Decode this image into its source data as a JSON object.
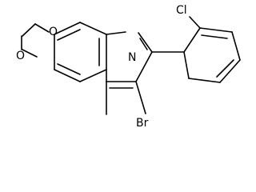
{
  "structure": {
    "atom_labels": {
      "o_top": "O",
      "o_bottom": "O",
      "n": "N",
      "cl": "Cl",
      "br": "Br"
    }
  }
}
